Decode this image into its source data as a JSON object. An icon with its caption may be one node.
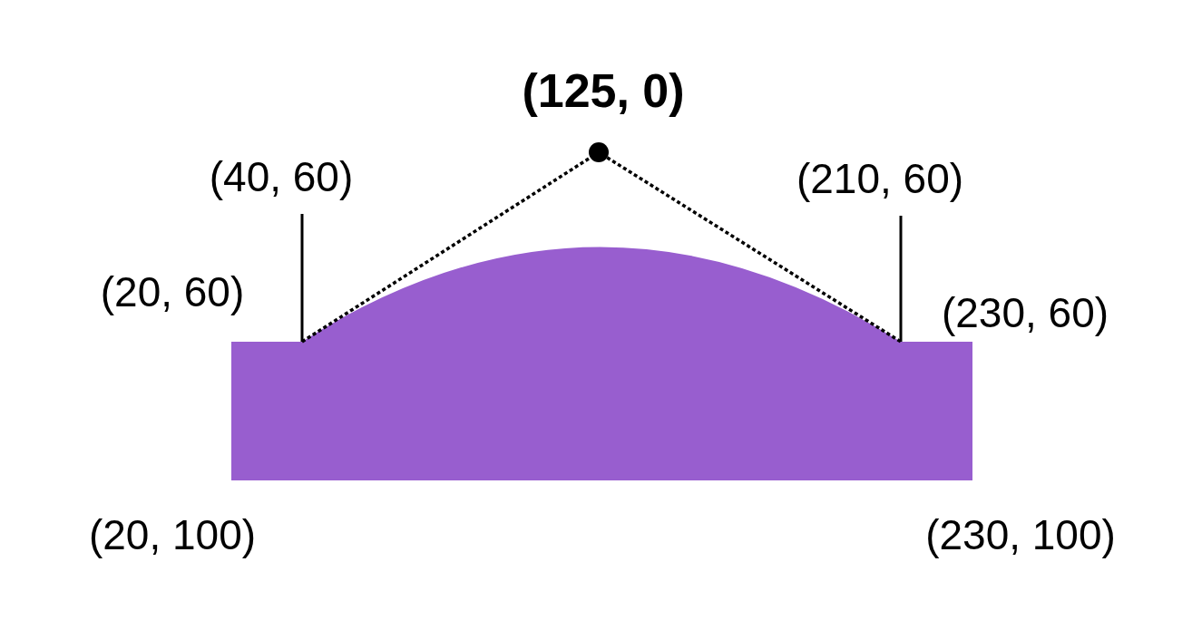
{
  "diagram": {
    "labels": [
      "(125, 0)",
      "(40, 60)",
      "(210, 60)",
      "(20, 60)",
      "(230, 60)",
      "(20, 100)",
      "(230, 100)"
    ]
  }
}
